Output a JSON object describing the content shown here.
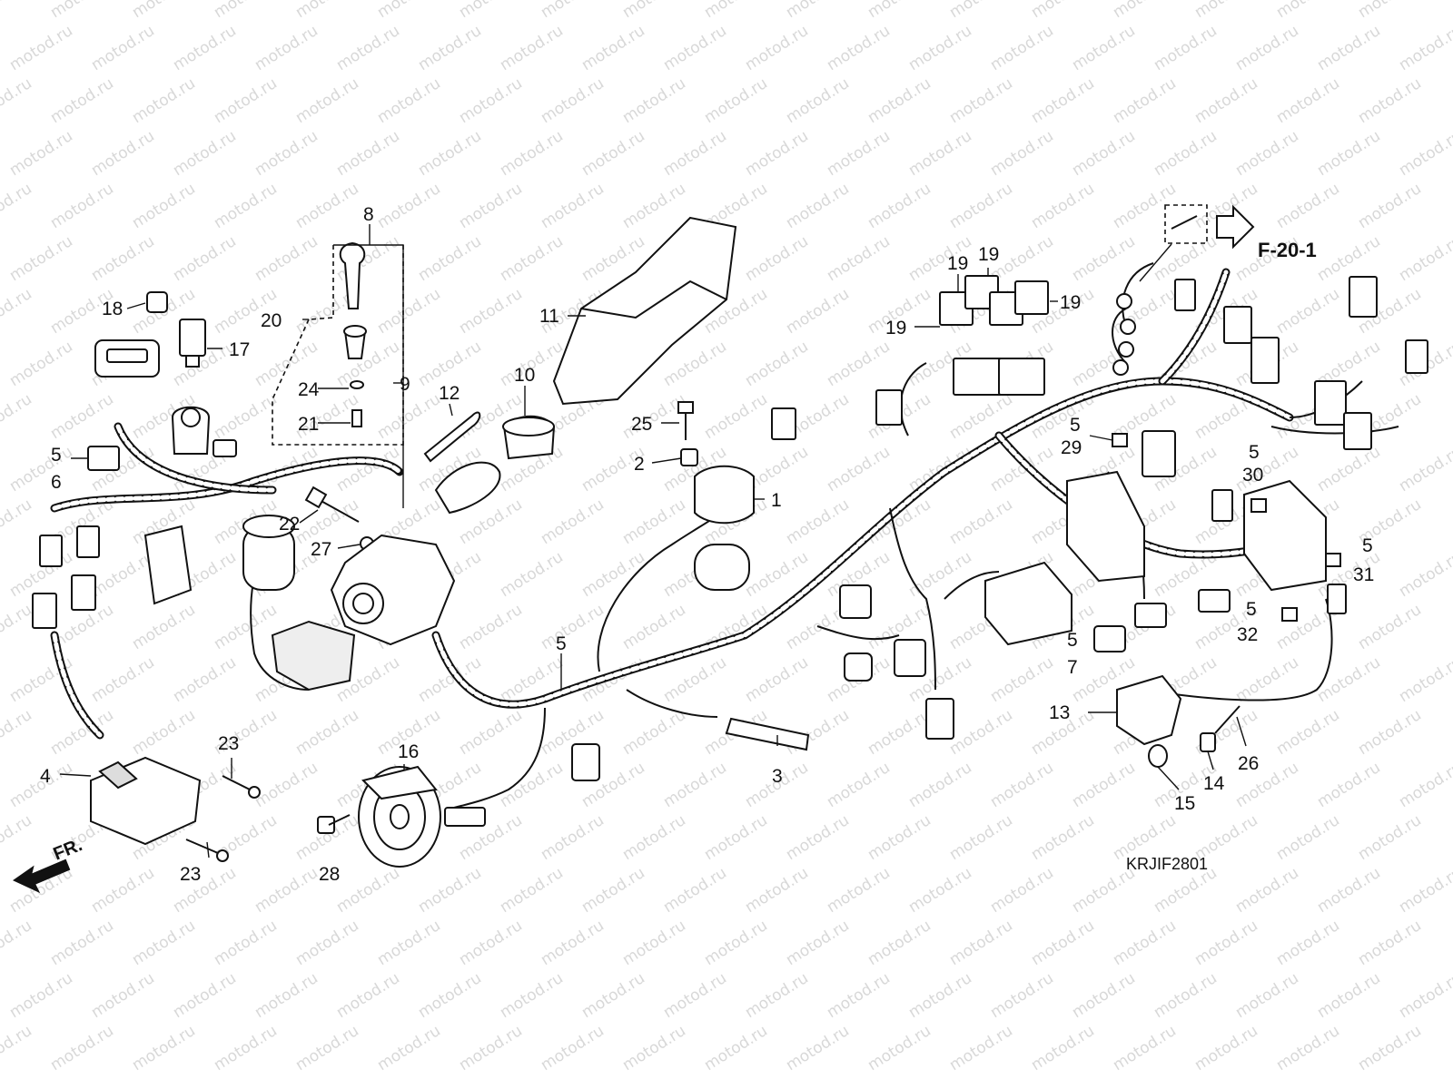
{
  "watermark_text": "motod.ru",
  "diagram_code": "KRJIF2801",
  "reference": "F-20-1",
  "front_mark": "FR.",
  "part_labels": [
    {
      "id": "lbl-1",
      "text": "1"
    },
    {
      "id": "lbl-2",
      "text": "2"
    },
    {
      "id": "lbl-3",
      "text": "3"
    },
    {
      "id": "lbl-4",
      "text": "4"
    },
    {
      "id": "lbl-5a",
      "text": "5"
    },
    {
      "id": "lbl-6",
      "text": "6"
    },
    {
      "id": "lbl-5b",
      "text": "5"
    },
    {
      "id": "lbl-5c",
      "text": "5"
    },
    {
      "id": "lbl-7",
      "text": "7"
    },
    {
      "id": "lbl-5d",
      "text": "5"
    },
    {
      "id": "lbl-29",
      "text": "29"
    },
    {
      "id": "lbl-5e",
      "text": "5"
    },
    {
      "id": "lbl-30",
      "text": "30"
    },
    {
      "id": "lbl-5f",
      "text": "5"
    },
    {
      "id": "lbl-31",
      "text": "31"
    },
    {
      "id": "lbl-5g",
      "text": "5"
    },
    {
      "id": "lbl-32",
      "text": "32"
    },
    {
      "id": "lbl-8",
      "text": "8"
    },
    {
      "id": "lbl-9",
      "text": "9"
    },
    {
      "id": "lbl-10",
      "text": "10"
    },
    {
      "id": "lbl-11",
      "text": "11"
    },
    {
      "id": "lbl-12",
      "text": "12"
    },
    {
      "id": "lbl-13",
      "text": "13"
    },
    {
      "id": "lbl-14",
      "text": "14"
    },
    {
      "id": "lbl-15",
      "text": "15"
    },
    {
      "id": "lbl-16",
      "text": "16"
    },
    {
      "id": "lbl-17",
      "text": "17"
    },
    {
      "id": "lbl-18",
      "text": "18"
    },
    {
      "id": "lbl-19a",
      "text": "19"
    },
    {
      "id": "lbl-19b",
      "text": "19"
    },
    {
      "id": "lbl-19c",
      "text": "19"
    },
    {
      "id": "lbl-19d",
      "text": "19"
    },
    {
      "id": "lbl-20",
      "text": "20"
    },
    {
      "id": "lbl-21",
      "text": "21"
    },
    {
      "id": "lbl-22",
      "text": "22"
    },
    {
      "id": "lbl-23a",
      "text": "23"
    },
    {
      "id": "lbl-23b",
      "text": "23"
    },
    {
      "id": "lbl-24",
      "text": "24"
    },
    {
      "id": "lbl-25",
      "text": "25"
    },
    {
      "id": "lbl-26",
      "text": "26"
    },
    {
      "id": "lbl-27",
      "text": "27"
    },
    {
      "id": "lbl-28",
      "text": "28"
    }
  ]
}
